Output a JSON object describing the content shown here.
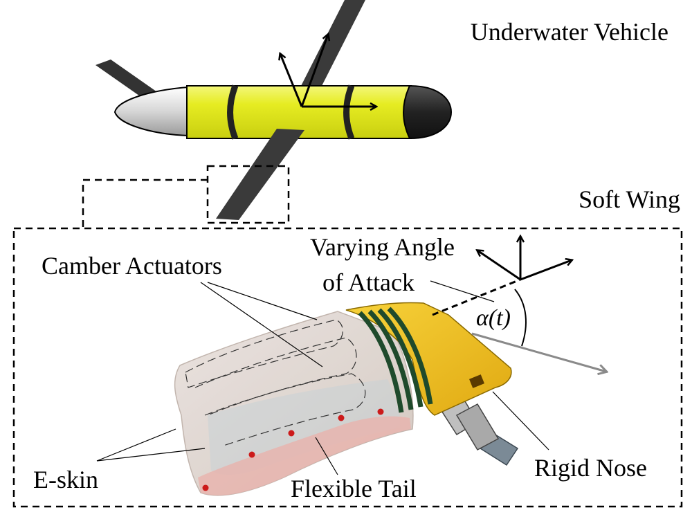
{
  "labels": {
    "underwater_vehicle": "Underwater Vehicle",
    "soft_wing": "Soft Wing",
    "varying_angle_line1": "Varying Angle",
    "varying_angle_line2": "of Attack",
    "alpha": "α(t)",
    "camber_actuators": "Camber Actuators",
    "e_skin": "E-skin",
    "flexible_tail": "Flexible Tail",
    "rigid_nose": "Rigid Nose"
  },
  "colors": {
    "vehicle_body": "#e6ec22",
    "vehicle_nose": "#2a2a2a",
    "vehicle_tail": "#dcdcdc",
    "wing_fin": "#333333",
    "wing_nose": "#f2c221",
    "wing_stripes": "#1f4a2c",
    "soft_wing_body": "#e3d9d3",
    "sensor_dots": "#cc1a1a",
    "flow_arrow": "#8a8a8a"
  }
}
